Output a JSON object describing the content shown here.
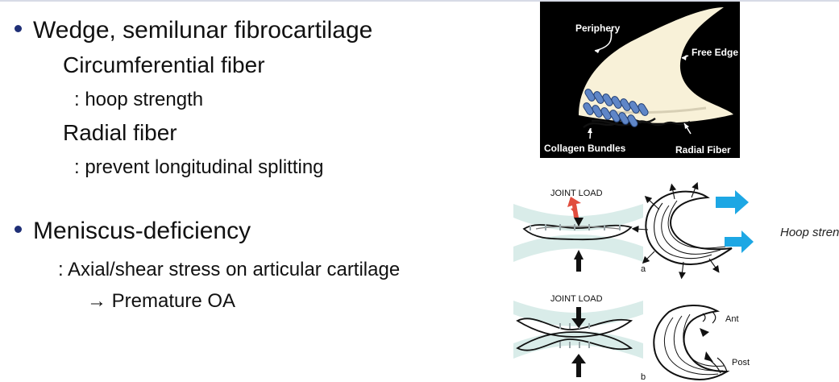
{
  "slide": {
    "bullets": [
      {
        "title": "Wedge, semilunar fibrocartilage",
        "sub_items": [
          {
            "label": "Circumferential fiber",
            "detail": ": hoop strength"
          },
          {
            "label": "Radial fiber",
            "detail": ": prevent longitudinal splitting"
          }
        ]
      },
      {
        "title": "Meniscus-deficiency",
        "line_one": ": Axial/shear stress on articular cartilage",
        "line_two": "→ Premature OA"
      }
    ],
    "figure_top": {
      "periphery": "Periphery",
      "free_edge": "Free Edge",
      "collagen_bundles": "Collagen Bundles",
      "radial_fiber": "Radial Fiber"
    },
    "figure_bottom": {
      "joint_load_top": "JOINT LOAD",
      "joint_load_bottom": "JOINT LOAD",
      "panel_a": "a",
      "panel_b": "b",
      "ant": "Ant",
      "post": "Post",
      "hoop_note": "Hoop strength"
    }
  },
  "colors": {
    "bullet": "#1f2f76",
    "arrow_blue": "#1da7e4",
    "arrow_red": "#e14d3e",
    "cartilage": "#d9ece9"
  },
  "icons": {
    "bullet": "round-bullet-icon",
    "red_arrow": "red-down-arrow-icon",
    "black_arrow": "black-arrow-icon",
    "blue_arrow": "blue-arrow-icon"
  }
}
